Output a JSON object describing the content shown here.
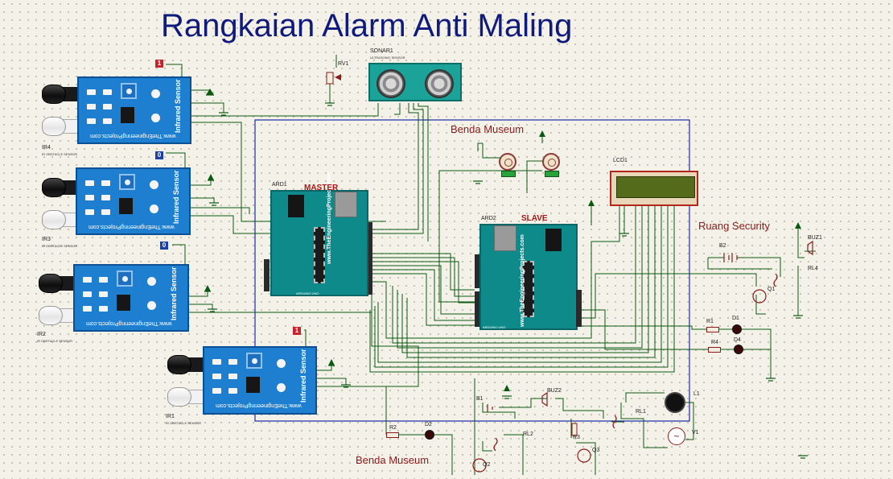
{
  "title": "Rangkaian Alarm Anti Maling",
  "labels": {
    "museum_top": "Benda Museum",
    "museum_bottom": "Benda Museum",
    "security": "Ruang Security",
    "master": "MASTER",
    "slave": "SLAVE"
  },
  "refs": {
    "ir4": "IR4",
    "ir3": "IR3",
    "ir2": "IR2",
    "ir1": "IR1",
    "ard1": "ARD1",
    "ard2": "ARD2",
    "sonar": "SONAR1",
    "rv1": "RV1",
    "lcd": "LCD1",
    "b1": "B1",
    "b2": "B2",
    "buz1": "BUZ1",
    "buz2": "BUZ2",
    "rl1": "RL1",
    "rl2": "RL2",
    "rl4": "RL4",
    "q1": "Q1",
    "q2": "Q2",
    "q3": "Q3",
    "r1": "R1",
    "r2": "R2",
    "r3": "R3",
    "r4": "R4",
    "d1": "D1",
    "d2": "D2",
    "d4": "D4",
    "l1": "L1",
    "v1": "V1"
  },
  "ir_module": {
    "caption": "Infrared Sensor",
    "url": "www.TheEngineeringProjects.com",
    "subtitle": "IR OBSTACLE SENSOR"
  },
  "arduino_board": {
    "caption": "www.TheEngineeringProjects.com",
    "model": "ARDUINO UNO"
  },
  "sonar_sub": "ULTRASONIC SENSOR",
  "tags": {
    "ir4_tag": "1",
    "ir3_tag": "0",
    "ir2_tag": "0",
    "ir1_tag": "1"
  },
  "colors": {
    "wire": "#0b5a12",
    "frame": "#1a2ca8",
    "title": "#101a7c",
    "label": "#8b1a1a"
  }
}
